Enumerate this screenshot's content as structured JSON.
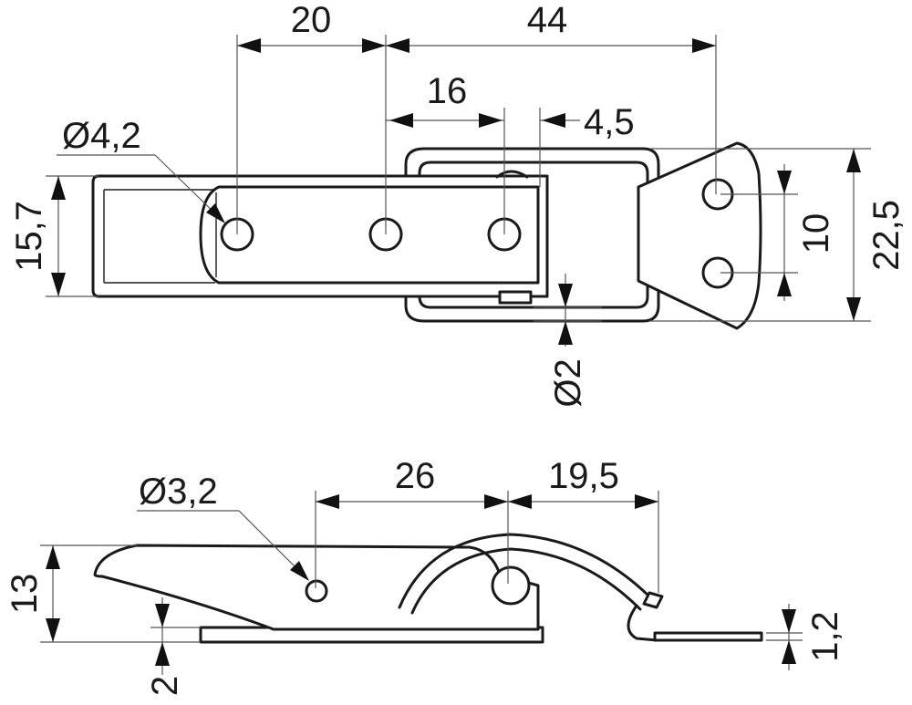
{
  "top_view": {
    "dims": {
      "d20": "20",
      "d44": "44",
      "d16": "16",
      "d4_5": "4,5",
      "hole_dia": "Ø4,2",
      "height_left": "15,7",
      "spacing_right": "10",
      "height_right": "22,5",
      "wire_dia": "Ø2"
    }
  },
  "side_view": {
    "dims": {
      "hole_dia": "Ø3,2",
      "d26": "26",
      "d19_5": "19,5",
      "height": "13",
      "base_thickness": "2",
      "plate_thickness": "1,2"
    }
  }
}
